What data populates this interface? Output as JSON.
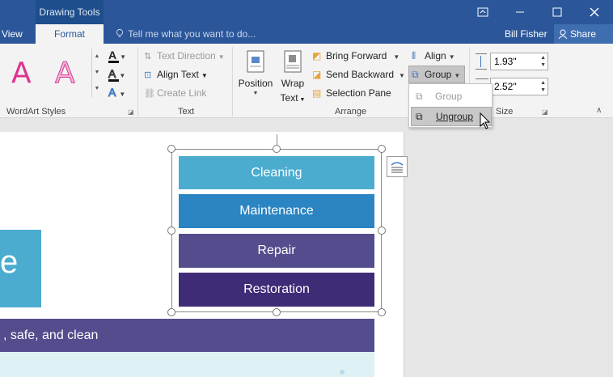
{
  "titlebar": {
    "context_tab": "Drawing Tools"
  },
  "tabs": {
    "view": "View",
    "format": "Format"
  },
  "tell_me": "Tell me what you want to do...",
  "user": "Bill Fisher",
  "share": "Share",
  "groups": {
    "wordart": {
      "label": "WordArt Styles",
      "sample": "A"
    },
    "text": {
      "label": "Text",
      "direction": "Text Direction",
      "align_text": "Align Text",
      "create_link": "Create Link"
    },
    "arrange": {
      "label": "Arrange",
      "position_l1": "Position",
      "wrap_l1": "Wrap",
      "wrap_l2": "Text",
      "bring_forward": "Bring Forward",
      "send_backward": "Send Backward",
      "selection_pane": "Selection Pane",
      "align": "Align",
      "group": "Group"
    },
    "size": {
      "label": "Size",
      "height": "1.93\"",
      "width": "2.52\""
    }
  },
  "menu": {
    "group": "Group",
    "ungroup": "Ungroup"
  },
  "doc": {
    "letter": "e",
    "banner": ", safe, and clean",
    "items": [
      "Cleaning",
      "Maintenance",
      "Repair",
      "Restoration"
    ]
  },
  "colors": {
    "accent": "#2b579a",
    "item1": "#4bacd0",
    "item2": "#2a85c2",
    "item3": "#534d8e",
    "item4": "#3e2c77",
    "banner": "#534d8e"
  }
}
